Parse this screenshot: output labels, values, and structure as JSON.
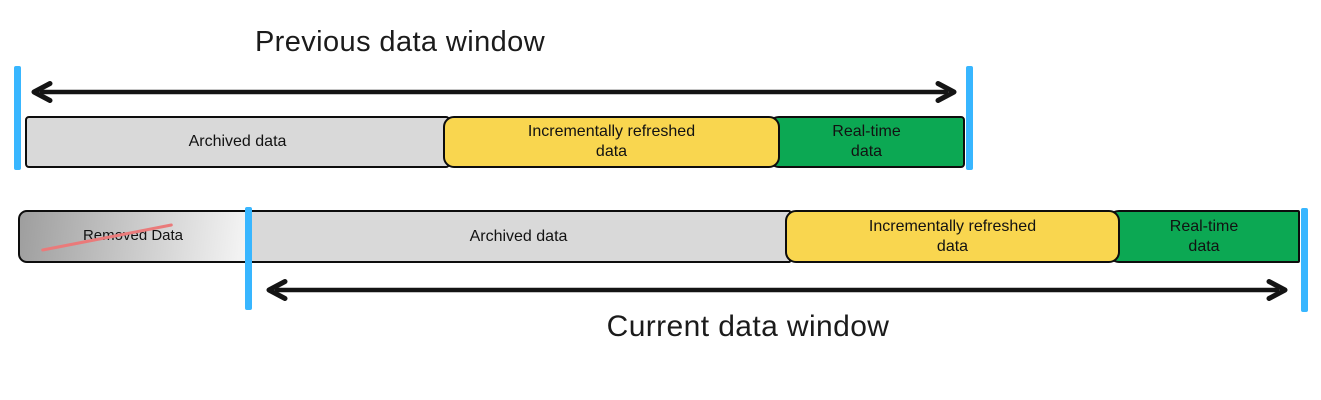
{
  "diagram": {
    "previous": {
      "title": "Previous data window",
      "segments": {
        "archived": "Archived data",
        "incremental": "Incrementally refreshed data",
        "realtime": "Real-time data"
      }
    },
    "current": {
      "title": "Current data window",
      "segments": {
        "removed": "Removed Data",
        "archived": "Archived data",
        "incremental": "Incrementally refreshed data",
        "realtime": "Real-time data"
      }
    }
  },
  "colors": {
    "blue": "#38B6FF",
    "yellow": "#F9D64F",
    "green": "#0CA853",
    "gray": "#D9D9D9",
    "removedStart": "#9E9E9E",
    "removedEnd": "#F5F5F5",
    "red": "#EA7A7A",
    "arrow": "#141414"
  }
}
